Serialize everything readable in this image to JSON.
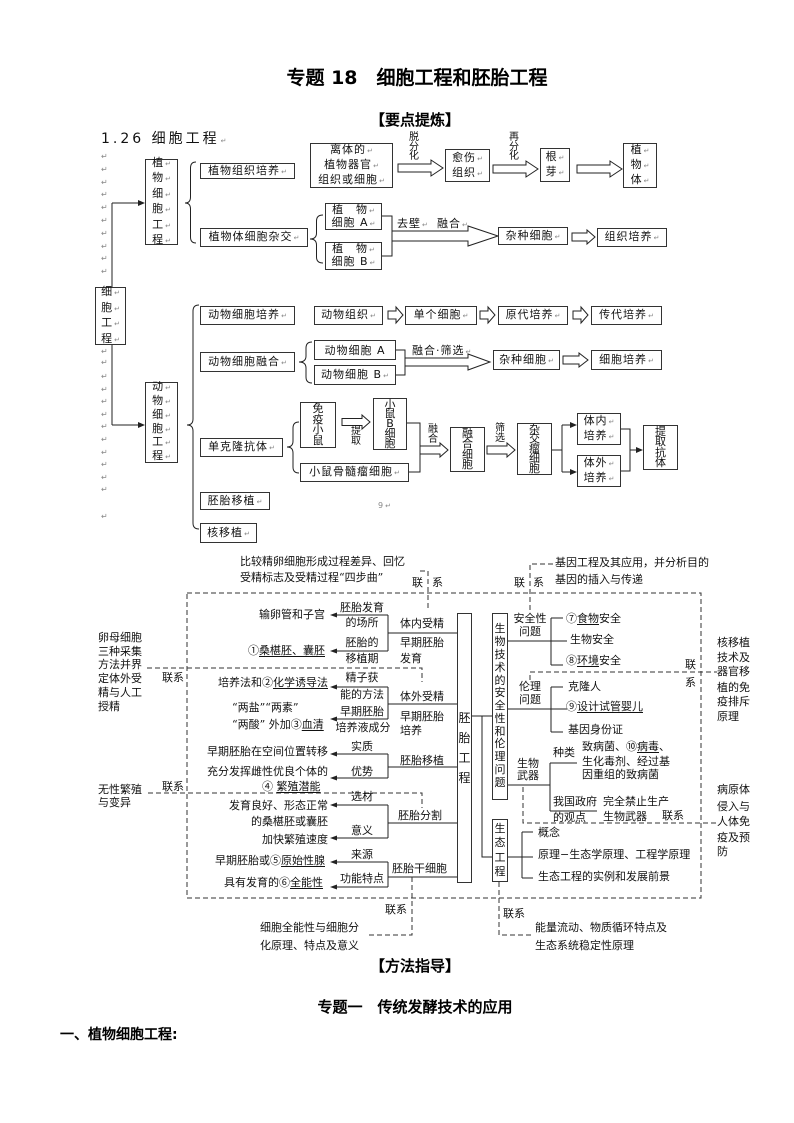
{
  "page": {
    "title": "专题 18　细胞工程和胚胎工程",
    "key_points_heading": "【要点提炼】",
    "method_heading": "【方法指导】",
    "subtopic_heading": "专题一　传统发酵技术的应用",
    "section_heading": "一、植物细胞工程:"
  },
  "cell_map": {
    "heading": "1.26 细胞工程",
    "para_mark": "↵",
    "page_mark": "9",
    "root": [
      "细",
      "胞",
      "工",
      "程"
    ],
    "plant": {
      "title": [
        "植",
        "物",
        "细",
        "胞",
        "工",
        "程"
      ],
      "tissue_culture": "植物组织培养",
      "explant": [
        "离体的",
        "植物器官",
        "组织或细胞"
      ],
      "step_dedifferentiation": "脱分化",
      "callus": [
        "愈伤",
        "组织"
      ],
      "step_redifferentiation": "再分化",
      "root_shoot": [
        "根",
        "芽"
      ],
      "plantlet": [
        "植",
        "物",
        "体"
      ],
      "somatic_hybridization": "植物体细胞杂交",
      "cell_a": [
        "植　物",
        "细胞 A"
      ],
      "cell_b": [
        "植　物",
        "细胞 B"
      ],
      "step_remove_wall": "去壁",
      "step_fusion": "融合",
      "hybrid_cell": "杂种细胞",
      "hybrid_tissue_culture": "组织培养"
    },
    "animal": {
      "title": [
        "动",
        "物",
        "细",
        "胞",
        "工",
        "程"
      ],
      "cell_culture": "动物细胞培养",
      "tissue": "动物组织",
      "single_cells": "单个细胞",
      "primary_culture": "原代培养",
      "subculture": "传代培养",
      "cell_fusion": "动物细胞融合",
      "cell_a": "动物细胞 A",
      "cell_b": "动物细胞 B",
      "step_fusion_screening": "融合·筛选",
      "hybrid_cell": "杂种细胞",
      "hybrid_culture": "细胞培养",
      "monoclonal_antibody": "单克隆抗体",
      "immunized_mouse": "免疫小鼠",
      "step_extract": "提取",
      "mouse_b_cell": "小鼠B细胞",
      "myeloma_cell": "小鼠骨髓瘤细胞",
      "step_fuse": "融合",
      "fused_cell": "融合细胞",
      "step_screen": "筛选",
      "hybridoma": "杂交瘤细胞",
      "in_vivo_culture": [
        "体内",
        "培养"
      ],
      "in_vitro_culture": [
        "体外",
        "培养"
      ],
      "extract_antibody": "提取抗体",
      "embryo_transfer": "胚胎移植",
      "nuclear_transfer": "核移植"
    }
  },
  "embryo_map": {
    "link": "联系",
    "link_chars": [
      "联",
      "系"
    ],
    "center": "胚胎工程",
    "annotations": {
      "top_left": [
        "比较精卵细胞形成过程差异、回忆",
        "受精标志及受精过程“四步曲”"
      ],
      "left_oocyte": [
        "卵母细胞",
        "三种采集",
        "方法并界",
        "定体外受",
        "精与人工",
        "授精"
      ],
      "left_asexual": [
        "无性繁殖",
        "与变异"
      ],
      "bottom_left": [
        "细胞全能性与细胞分",
        "化原理、特点及意义"
      ],
      "top_right": [
        "基因工程及其应用，并分析目的",
        "基因的插入与传递"
      ],
      "right_transplant": [
        "核移植",
        "技术及",
        "器官移",
        "植的免",
        "疫排斥",
        "原理"
      ],
      "right_pathogen": [
        "病原体",
        "侵入与",
        "人体免",
        "疫及预",
        "防"
      ],
      "bottom_right": [
        "能量流动、物质循环特点及",
        "生态系统稳定性原理"
      ]
    },
    "in_vivo_fertilization": {
      "label": "体内受精",
      "sub": [
        "早期胚胎",
        "发育"
      ],
      "relation_1": [
        "胚胎发育",
        "的场所"
      ],
      "value_1": "输卵管和子宫",
      "relation_2": [
        "胚胎的",
        "移植期"
      ],
      "blank_2": "①",
      "answer_2": "桑椹胚、囊胚"
    },
    "in_vitro_fertilization": {
      "label": "体外受精",
      "sub": [
        "早期胚胎",
        "培养"
      ],
      "relation_1": [
        "精子获",
        "能的方法"
      ],
      "value_1_prefix": "培养法和",
      "blank_1": "②",
      "answer_1": "化学诱导法",
      "relation_2": [
        "早期胚胎",
        "培养液成分"
      ],
      "value_2_line1": "“两盐”“两素”",
      "value_2_prefix": "“两酸” 外加",
      "blank_2": "③",
      "answer_2": "血清"
    },
    "embryo_transfer": {
      "label": "胚胎移植",
      "relation_1": "实质",
      "value_1": "早期胚胎在空间位置转移",
      "relation_2": "优势",
      "value_2_line1": "充分发挥雌性优良个体的",
      "blank_2": "④ ",
      "answer_2": "繁殖潜能"
    },
    "embryo_splitting": {
      "label": "胚胎分割",
      "relation_1": "选材",
      "value_1": [
        "发育良好、形态正常",
        "的桑椹胚或囊胚"
      ],
      "relation_2": "意义",
      "value_2": "加快繁殖速度"
    },
    "embryonic_stem_cell": {
      "label": "胚胎干细胞",
      "relation_1": "来源",
      "value_1_prefix": "早期胚胎或",
      "blank_1": "⑤",
      "answer_1": "原始性腺",
      "relation_2": "功能特点",
      "value_2_prefix": "具有发育的",
      "blank_2": "⑥",
      "answer_2": "全能性"
    },
    "biotech_safety_ethics": {
      "title": "生物技术的安全性和伦理问题",
      "safety": {
        "label": [
          "安全性",
          "问题"
        ],
        "blank_1": "⑦",
        "answer_1": "食物",
        "suffix_1": "安全",
        "item_2": "生物安全",
        "blank_3": "⑧",
        "answer_3": "环境",
        "suffix_3": "安全"
      },
      "ethics": {
        "label": [
          "伦理",
          "问题"
        ],
        "item_1": "克隆人",
        "blank_2": "⑨",
        "answer_2": "设计试管婴儿",
        "item_3": "基因身份证"
      },
      "bioweapons": {
        "label": [
          "生物",
          "武器"
        ],
        "types_label": "种类",
        "types_prefix": "致病菌、",
        "types_blank": "⑩",
        "types_answer": "病毒",
        "types_suffix": "、",
        "types_line2": "生化毒剂、经过基",
        "types_line3": "因重组的致病菌",
        "stance_label": [
          "我国政府",
          "的观点"
        ],
        "stance": [
          "完全禁止生产",
          "生物武器"
        ]
      }
    },
    "ecological_engineering": {
      "title": "生态工程",
      "items": [
        "概念",
        "原理−生态学原理、工程学原理",
        "生态工程的实例和发展前景"
      ]
    }
  }
}
